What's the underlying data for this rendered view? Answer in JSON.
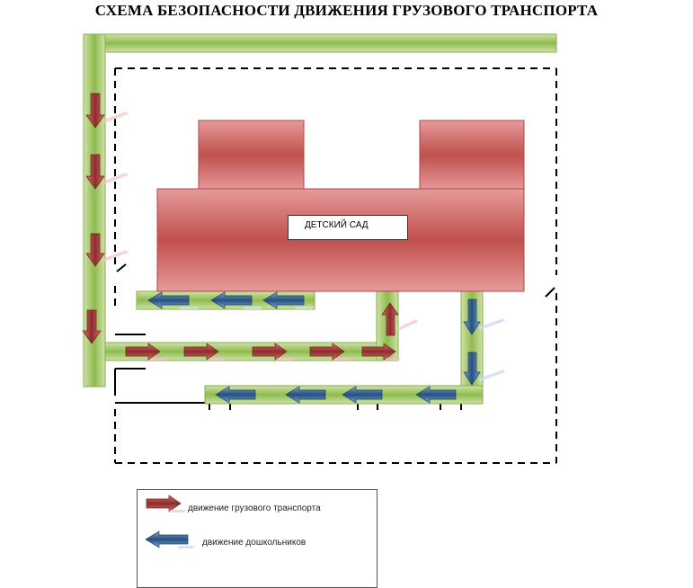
{
  "title": "СХЕМА БЕЗОПАСНОСТИ ДВИЖЕНИЯ ГРУЗОВОГО ТРАНСПОРТА",
  "building": {
    "label": "ДЕТСКИЙ САД"
  },
  "legend": {
    "freight": "движение грузового транспорта",
    "children": "движение дошкольников"
  },
  "colors": {
    "road": "#9bc35a",
    "building": "#c0504d",
    "freight_arrow": "#943634",
    "children_arrow": "#2f5f8f"
  }
}
